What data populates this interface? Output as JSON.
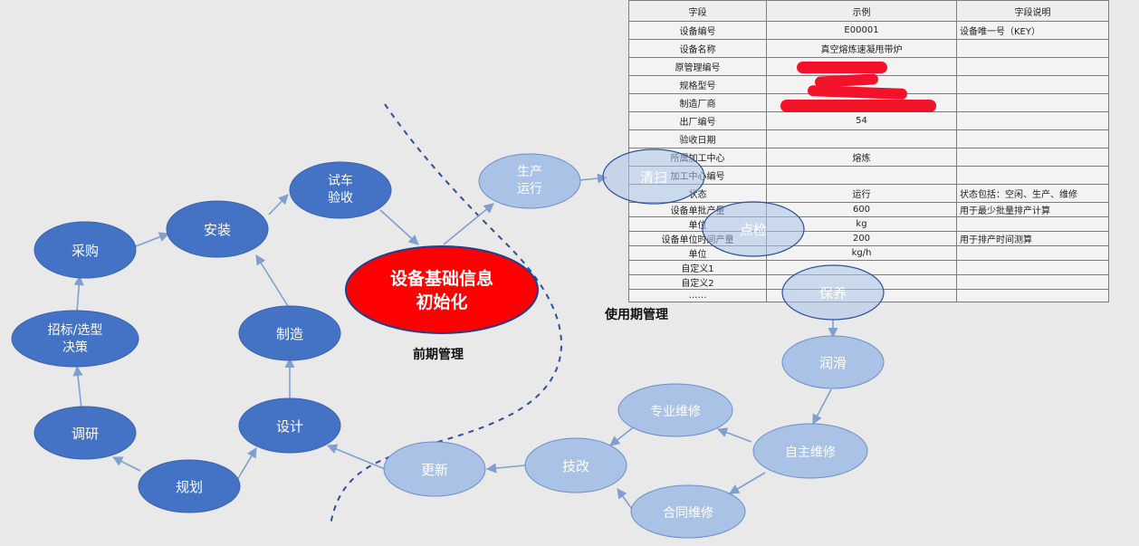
{
  "colors": {
    "dark_node": "#4472c4",
    "light_node": "#a9c2e6",
    "light_node_stroke": "#6d8fc7",
    "center_node": "#ff0000",
    "arrow": "#7f9fd0",
    "dashed": "#2f4f9f",
    "redaction": "#f2122a"
  },
  "nodes": {
    "caigou": "采购",
    "anzhuang": "安装",
    "shiche_line1": "试车",
    "shiche_line2": "验收",
    "zhaobiao_line1": "招标/选型",
    "zhaobiao_line2": "决策",
    "zhizao": "制造",
    "diaoyan": "调研",
    "sheji": "设计",
    "guihua": "规划",
    "center_line1": "设备基础信息",
    "center_line2": "初始化",
    "shengchan_line1": "生产",
    "shengchan_line2": "运行",
    "qingsao": "清扫",
    "dianjian": "点检",
    "baoyang": "保养",
    "runhua": "润滑",
    "zizhu": "自主维修",
    "zhuanye": "专业维修",
    "jigai": "技改",
    "hetong": "合同维修",
    "gengxin": "更新"
  },
  "labels": {
    "early_stage": "前期管理",
    "use_stage": "使用期管理"
  },
  "table": {
    "headers": [
      "字段",
      "示例",
      "字段说明"
    ],
    "rows": [
      [
        "设备编号",
        "E00001",
        "设备唯一号（KEY）"
      ],
      [
        "设备名称",
        "真空熔炼速凝甩带炉",
        ""
      ],
      [
        "原管理编号",
        "",
        ""
      ],
      [
        "规格型号",
        "",
        ""
      ],
      [
        "制造厂商",
        "",
        ""
      ],
      [
        "出厂编号",
        "54",
        ""
      ],
      [
        "验收日期",
        "",
        ""
      ],
      [
        "所属加工中心",
        "熔炼",
        ""
      ],
      [
        "加工中心编号",
        "",
        ""
      ],
      [
        "状态",
        "运行",
        "状态包括：空闲、生产、维修"
      ],
      [
        "设备单批产量",
        "600",
        "用于最少批量排产计算"
      ],
      [
        "单位",
        "kg",
        ""
      ],
      [
        "设备单位时间产量",
        "200",
        "用于排产时间测算"
      ],
      [
        "单位",
        "kg/h",
        ""
      ],
      [
        "自定义1",
        "",
        ""
      ],
      [
        "自定义2",
        "",
        ""
      ],
      [
        "……",
        "",
        ""
      ]
    ]
  }
}
